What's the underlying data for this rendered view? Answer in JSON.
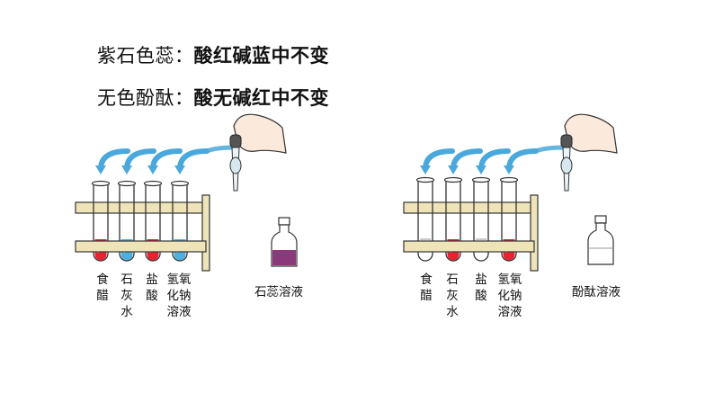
{
  "rules": {
    "litmus": {
      "name": "紫石色蕊：",
      "rule": "酸红碱蓝中不变"
    },
    "phenolphthalein": {
      "name": "无色酚酞：",
      "rule": "酸无碱红中不变"
    }
  },
  "left_setup": {
    "tubes": [
      {
        "label": "食\n醋",
        "liquid": "red"
      },
      {
        "label": "石\n灰\n水",
        "liquid": "blue"
      },
      {
        "label": "盐\n酸",
        "liquid": "red"
      },
      {
        "label": "氢氧\n化钠\n溶液",
        "liquid": "blue"
      }
    ],
    "bottle_label": "石蕊溶液",
    "bottle_color": "purple"
  },
  "right_setup": {
    "tubes": [
      {
        "label": "食\n醋",
        "liquid": "clear"
      },
      {
        "label": "石\n灰\n水",
        "liquid": "red"
      },
      {
        "label": "盐\n酸",
        "liquid": "clear"
      },
      {
        "label": "氢氧\n化钠\n溶液",
        "liquid": "red"
      }
    ],
    "bottle_label": "酚酞溶液",
    "bottle_color": "clear"
  },
  "colors": {
    "red": "#e8232f",
    "blue": "#4fb0e0",
    "purple": "#8a3a7a",
    "arrow": "#4aa8dc",
    "rack": "#efe4b8"
  }
}
